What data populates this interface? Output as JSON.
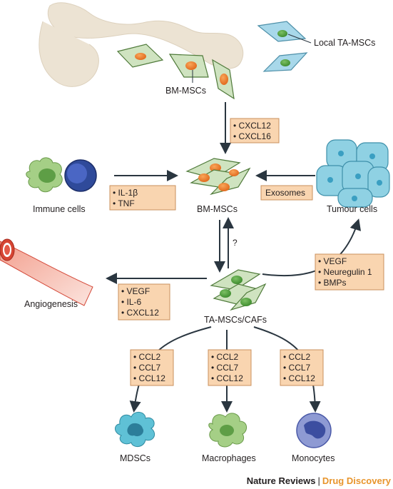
{
  "labels": {
    "local_ta_mscs": "Local TA-MSCs",
    "bm_mscs_top": "BM-MSCs",
    "immune_cells": "Immune cells",
    "bm_mscs_center": "BM-MSCs",
    "tumour_cells": "Tumour cells",
    "angiogenesis": "Angiogenesis",
    "ta_mscs_cafs": "TA-MSCs/CAFs",
    "mdscs": "MDSCs",
    "macrophages": "Macrophages",
    "monocytes": "Monocytes",
    "question": "?"
  },
  "boxes": {
    "cxcl_top": [
      "• CXCL12",
      "• CXCL16"
    ],
    "immune": [
      "• IL-1β",
      "• TNF"
    ],
    "exosomes": [
      "Exosomes"
    ],
    "tumour": [
      "• VEGF",
      "• Neuregulin 1",
      "• BMPs"
    ],
    "angio": [
      "• VEGF",
      "• IL-6",
      "• CXCL12"
    ],
    "ccl_left": [
      "• CCL2",
      "• CCL7",
      "• CCL12"
    ],
    "ccl_mid": [
      "• CCL2",
      "• CCL7",
      "• CCL12"
    ],
    "ccl_right": [
      "• CCL2",
      "• CCL7",
      "• CCL12"
    ]
  },
  "footer": {
    "journal": "Nature Reviews",
    "separator": "|",
    "section": "Drug Discovery"
  },
  "colors": {
    "box_fill": "#f9d5b0",
    "box_stroke": "#c9905e",
    "bone": "#ece3d3",
    "msc_green": "#cfe3c0",
    "nucleus_orange": "#f07b22",
    "nucleus_green": "#4e9a3a",
    "local_msc_blue": "#a8d8ea",
    "tumour_blue": "#8fd1e3",
    "vessel_red": "#e05a4a",
    "arrow": "#2a3640",
    "brand_orange": "#e8952c"
  }
}
